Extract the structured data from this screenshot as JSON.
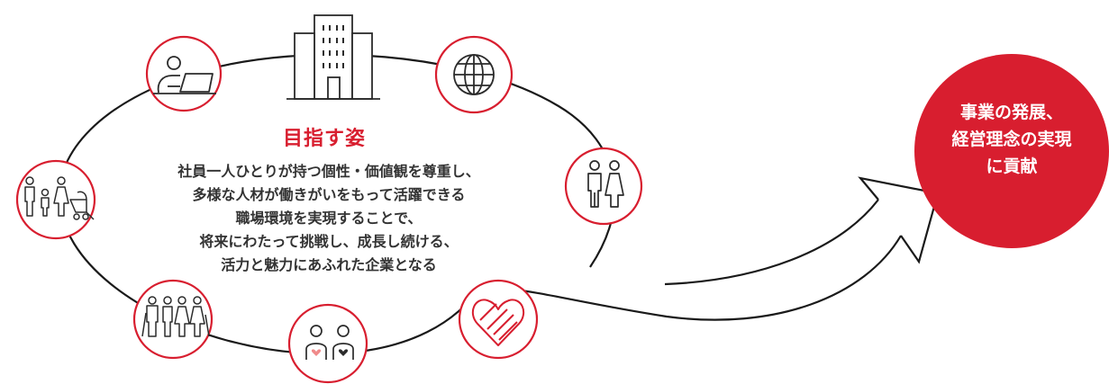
{
  "colors": {
    "accent": "#d81e2f",
    "line": "#1a1a1a",
    "icon": "#2b2b2b",
    "heart_pink": "#f08a8a"
  },
  "center": {
    "title": "目指す姿",
    "lines": [
      "社員一人ひとりが持つ個性・価値観を尊重し、",
      "多様な人材が働きがいをもって活躍できる",
      "職場環境を実現することで、",
      "将来にわたって挑戦し、成長し続ける、",
      "活力と魅力にあふれた企業となる"
    ]
  },
  "goal": {
    "lines": [
      "事業の発展、",
      "経営理念の実現",
      "に貢献"
    ]
  },
  "icons": [
    "building-icon",
    "person-at-laptop-icon",
    "globe-icon",
    "man-and-woman-icon",
    "family-with-stroller-icon",
    "elderly-family-icon",
    "two-people-hearts-icon",
    "heart-handshake-icon"
  ]
}
